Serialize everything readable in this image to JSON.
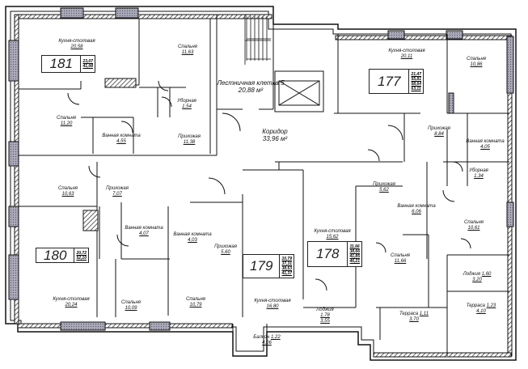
{
  "plan": {
    "common": {
      "stair": {
        "name": "Лестничная клетка 5",
        "area": "20,88",
        "unit": "м²"
      },
      "corridor": {
        "name": "Коридор",
        "area": "33,96",
        "unit": "м²"
      }
    },
    "apartments": [
      {
        "number": "181",
        "areas": [
          "23,07",
          "41,08"
        ],
        "rooms": [
          {
            "name": "Кухня-столовая",
            "area": "20,58"
          },
          {
            "name": "Спальня",
            "area": "11,63"
          },
          {
            "name": "Спальня",
            "area": "11,20"
          },
          {
            "name": "Уборная",
            "area": "1,54"
          },
          {
            "name": "Ванная комната",
            "area": "4,55"
          },
          {
            "name": "Прихожая",
            "area": "11,38"
          }
        ]
      },
      {
        "number": "177",
        "areas": [
          "21,47",
          "55,81",
          "58,64",
          "63,11"
        ],
        "rooms": [
          {
            "name": "Кухня-столовая",
            "area": "20,11"
          },
          {
            "name": "Спальня",
            "area": "10,86"
          },
          {
            "name": "Прихожая",
            "area": "8,84"
          },
          {
            "name": "Ванная комната",
            "area": "4,05"
          },
          {
            "name": "Уборная",
            "area": "1,34"
          },
          {
            "name": "Спальня",
            "area": "10,61"
          },
          {
            "name": "Лоджия",
            "area": "1,60",
            "area2": "3,20"
          },
          {
            "name": "Терраса",
            "area": "1,23",
            "area2": "4,10"
          }
        ]
      },
      {
        "number": "180",
        "areas": [
          "20,72",
          "52,10"
        ],
        "rooms": [
          {
            "name": "Спальня",
            "area": "10,63"
          },
          {
            "name": "Прихожая",
            "area": "7,07"
          },
          {
            "name": "Ванная комната",
            "area": "4,07"
          },
          {
            "name": "Кухня-столовая",
            "area": "20,24"
          },
          {
            "name": "Спальня",
            "area": "10,09"
          }
        ]
      },
      {
        "number": "179",
        "areas": [
          "10,79",
          "37,31",
          "38,53",
          "41,37"
        ],
        "rooms": [
          {
            "name": "Ванная комната",
            "area": "4,03"
          },
          {
            "name": "Спальня",
            "area": "10,79"
          },
          {
            "name": "Прихожая",
            "area": "5,60"
          },
          {
            "name": "Кухня-столовая",
            "area": "16,80"
          },
          {
            "name": "Балкон",
            "area": "1,22",
            "area2": "4,06"
          }
        ]
      },
      {
        "number": "178",
        "areas": [
          "11,66",
          "38,66",
          "41,85",
          "46,21"
        ],
        "rooms": [
          {
            "name": "Кухня-столовая",
            "area": "15,62"
          },
          {
            "name": "Прихожая",
            "area": "5,62"
          },
          {
            "name": "Ванная комната",
            "area": "6,06"
          },
          {
            "name": "Спальня",
            "area": "11,66"
          },
          {
            "name": "Лоджия",
            "area": "1,78",
            "area2": "3,55"
          },
          {
            "name": "Терраса",
            "area": "1,11",
            "area2": "3,70"
          }
        ]
      }
    ]
  }
}
